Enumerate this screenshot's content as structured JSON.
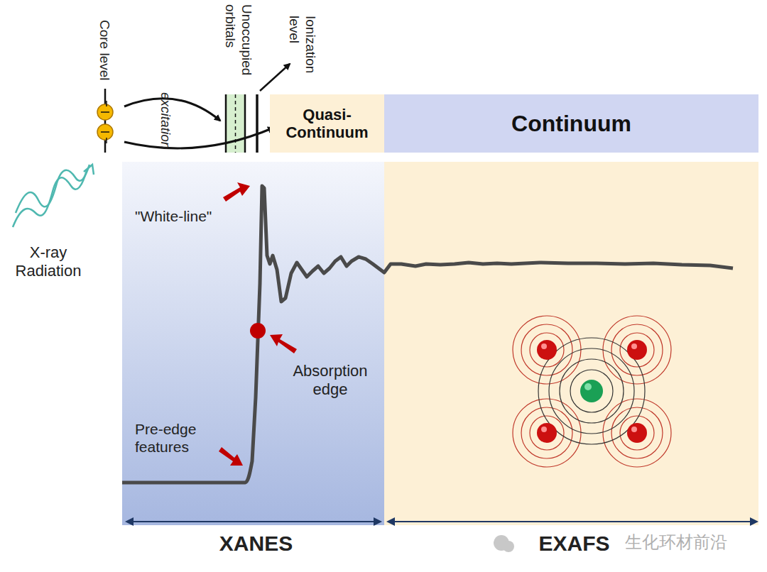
{
  "diagram": {
    "nodes": [
      {
        "text": [
          "Quasi-Continuum"
        ]
      },
      {
        "text": [
          "Continuum"
        ]
      }
    ],
    "labels": [
      "Core level",
      "excitation",
      "Unoccupied orbitals",
      "Ionization level",
      "X-ray Radiation",
      "\"White-line\"",
      "Absorption edge",
      "Pre-edge features",
      "XANES",
      "EXAFS",
      "生化环材前沿"
    ]
  }
}
